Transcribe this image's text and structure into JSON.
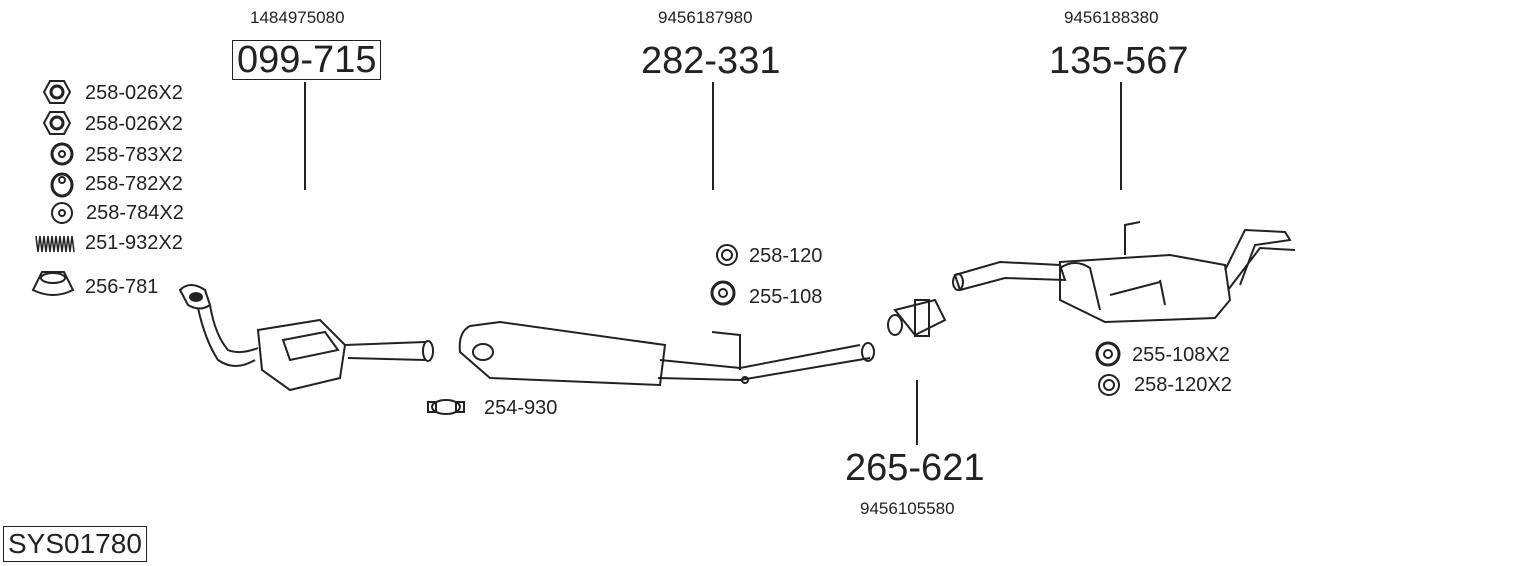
{
  "system_code": "SYS01780",
  "main_parts": [
    {
      "part": "099-715",
      "oem": "1484975080",
      "boxed": true
    },
    {
      "part": "282-331",
      "oem": "9456187980"
    },
    {
      "part": "135-567",
      "oem": "9456188380"
    },
    {
      "part": "265-621",
      "oem": "9456105580"
    }
  ],
  "accessories": [
    {
      "code": "258-026X2",
      "icon": "hex-nut-icon"
    },
    {
      "code": "258-026X2",
      "icon": "hex-nut-icon"
    },
    {
      "code": "258-783X2",
      "icon": "washer-icon"
    },
    {
      "code": "258-782X2",
      "icon": "bushing-icon"
    },
    {
      "code": "258-784X2",
      "icon": "ring-icon"
    },
    {
      "code": "251-932X2",
      "icon": "spring-icon"
    },
    {
      "code": "256-781",
      "icon": "gasket-ring-icon"
    },
    {
      "code": "254-930",
      "icon": "clamp-icon"
    },
    {
      "code": "258-120",
      "icon": "ring-icon"
    },
    {
      "code": "255-108",
      "icon": "rubber-mount-icon"
    },
    {
      "code": "255-108X2",
      "icon": "rubber-mount-icon"
    },
    {
      "code": "258-120X2",
      "icon": "ring-icon"
    }
  ]
}
